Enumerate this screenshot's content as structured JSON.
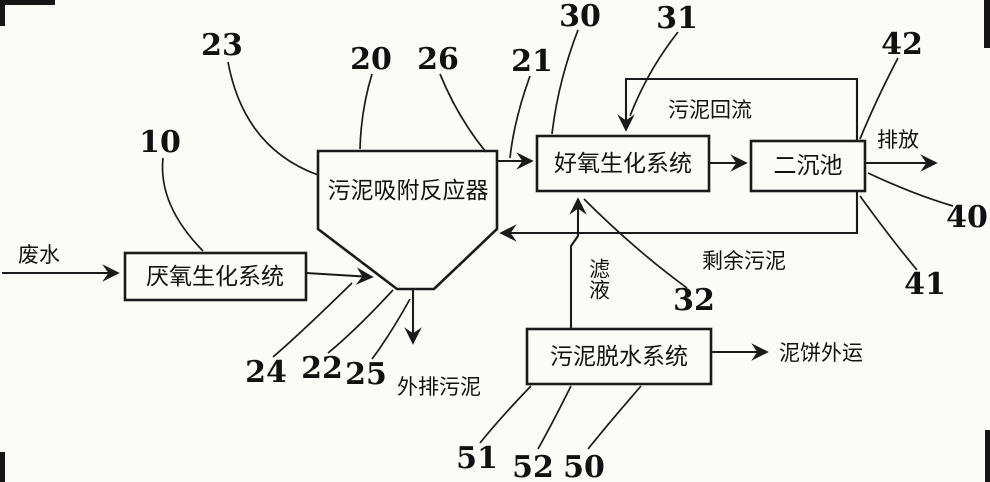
{
  "figure": {
    "nodes": {
      "anaerobic": "厌氧生化系统",
      "reactor": "污泥吸附反应器",
      "aerobic": "好氧生化系统",
      "clarifier": "二沉池",
      "dewatering": "污泥脱水系统"
    },
    "labels": {
      "wastewater": "废水",
      "sludge_return": "污泥回流",
      "discharge": "排放",
      "excess_sludge": "剩余污泥",
      "filtrate": "滤液",
      "outflow_sludge": "外排污泥",
      "cake_out": "泥饼外运"
    },
    "refs": {
      "n10": "10",
      "n20": "20",
      "n21": "21",
      "n22": "22",
      "n23": "23",
      "n24": "24",
      "n25": "25",
      "n26": "26",
      "n30": "30",
      "n31": "31",
      "n32": "32",
      "n40": "40",
      "n41": "41",
      "n42": "42",
      "n50": "50",
      "n51": "51",
      "n52": "52"
    },
    "colors": {
      "ink": "#1a1a1a",
      "paper": "#fbfbf8"
    }
  }
}
